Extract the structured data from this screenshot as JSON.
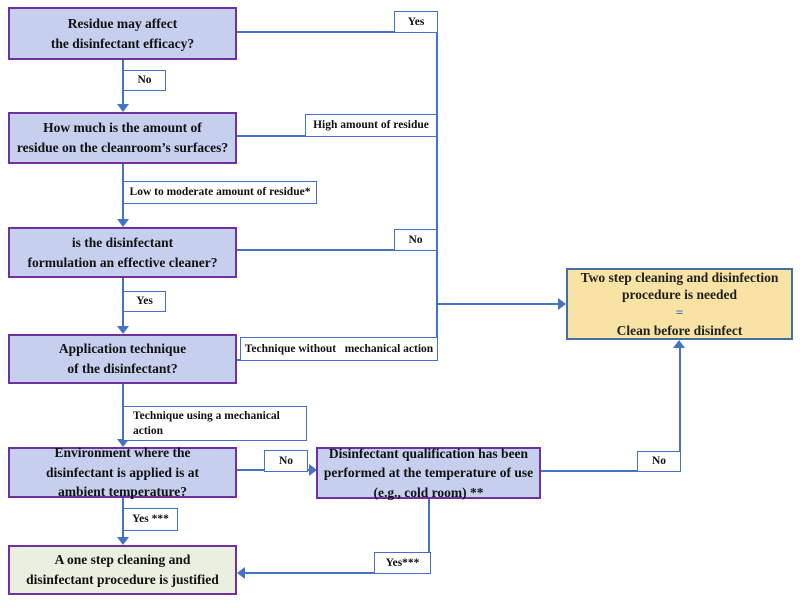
{
  "nodes": {
    "residue": {
      "label": "Residue may affect\nthe disinfectant efficacy?"
    },
    "amount": {
      "label": "How much is the amount of\nresidue on the cleanroom’s surfaces?"
    },
    "cleaner": {
      "label": "is the disinfectant\nformulation an effective cleaner?"
    },
    "technique": {
      "label": "Application technique\nof the disinfectant?"
    },
    "environment": {
      "label": "Environment where the\ndisinfectant is applied is at\nambient temperature?"
    },
    "qualification": {
      "label": "Disinfectant qualification has been\nperformed at the temperature of use\n(e.g., cold room) **"
    },
    "two_step": {
      "line1": "Two step cleaning and disinfection\nprocedure is needed",
      "equals": "=",
      "line2": "Clean before disinfect"
    },
    "one_step": {
      "label": "A one step cleaning and\ndisinfectant procedure is justified"
    }
  },
  "edge_labels": {
    "yes_top": "Yes",
    "no_residue": "No",
    "high_residue": "High amount of residue",
    "low_residue": "Low to moderate amount of residue*",
    "no_cleaner": "No",
    "yes_cleaner": "Yes",
    "technique_without": "Technique without   mechanical action",
    "technique_using": "Technique using a mechanical\naction",
    "no_ambient": "No",
    "no_qualification": "No",
    "yes_ambient": "Yes ***",
    "yes_qualification": "Yes***"
  },
  "colors": {
    "question_fill": "#c6cfee",
    "question_border": "#7030a0",
    "warn_fill": "#f8e3a4",
    "warn_border": "#41719c",
    "ok_fill": "#eaefe0",
    "label_border": "#4472c4",
    "connector": "#4472c4",
    "equals_accent": "#4472c4",
    "text": "#111111"
  }
}
